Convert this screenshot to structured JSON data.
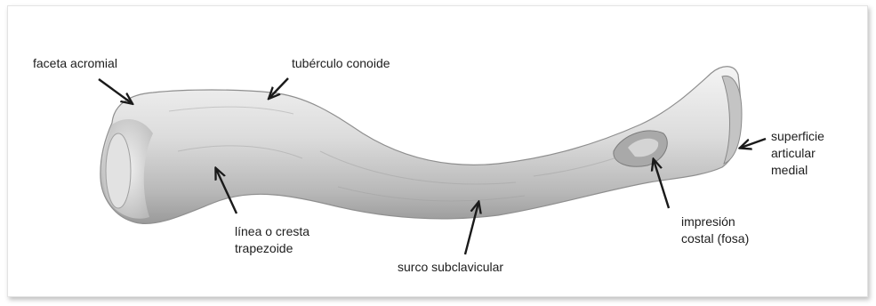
{
  "labels": {
    "acromial_facet": "faceta acromial",
    "conoid_tubercle": "tubérculo conoide",
    "medial_surface": [
      "superficie",
      "articular",
      "medial"
    ],
    "trapezoid_line": [
      "línea o cresta",
      "trapezoide"
    ],
    "subclavian_groove": "surco subclavicular",
    "costal_impression": [
      "impresión",
      "costal (fosa)"
    ]
  },
  "colors": {
    "background": "#ffffff",
    "bone_light": "#efefef",
    "bone_mid": "#c9c9c9",
    "bone_shadow": "#8e8e8e",
    "arrow": "#1a1a1a",
    "text": "#1d1d1d"
  }
}
